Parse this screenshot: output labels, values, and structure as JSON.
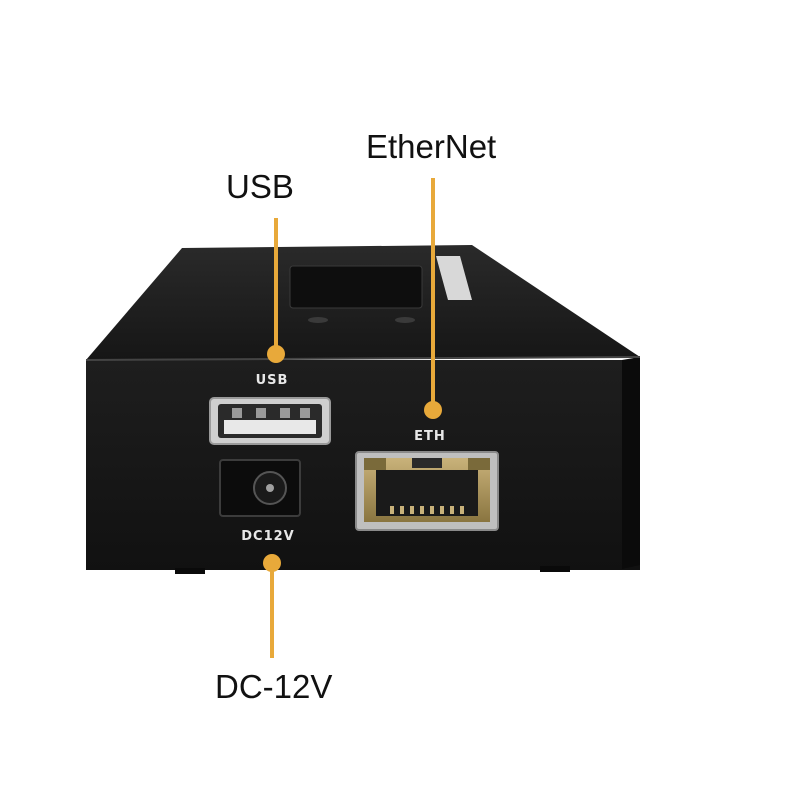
{
  "callouts": {
    "usb": "USB",
    "ethernet": "EtherNet",
    "dc": "DC-12V"
  },
  "panel_labels": {
    "usb": "USB",
    "eth": "ETH",
    "dc": "DC12V"
  },
  "colors": {
    "callout_line": "#e8a93a",
    "device_body": "#1c1c1c",
    "silkscreen": "#e8e8e8",
    "background": "#ffffff"
  }
}
